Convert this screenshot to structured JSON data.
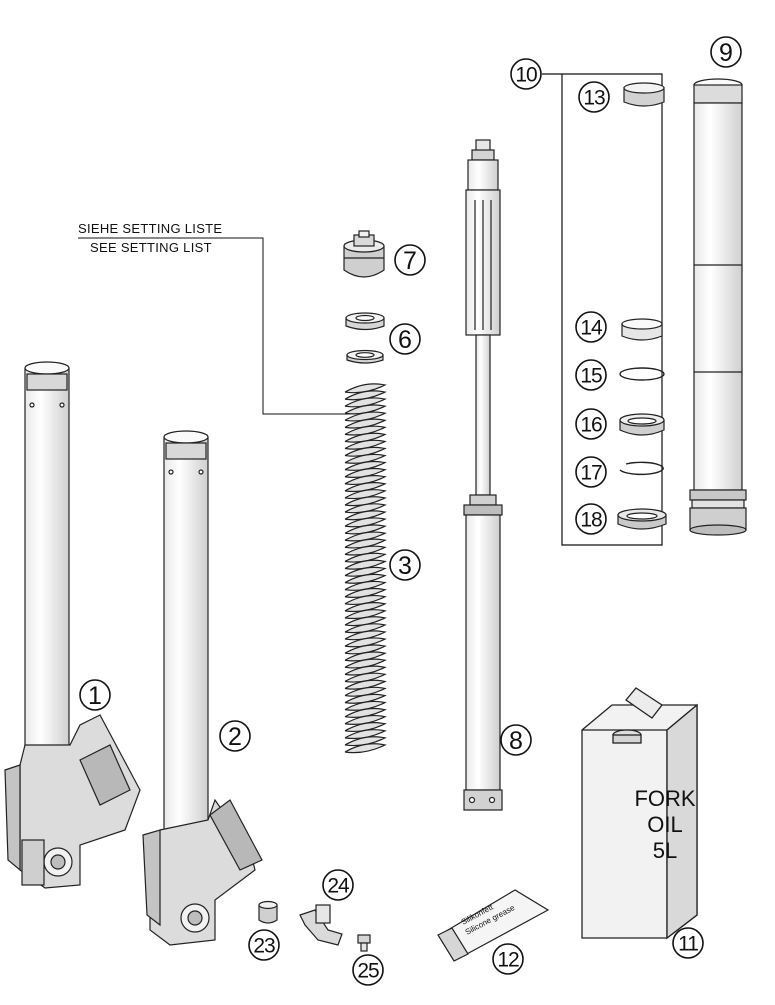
{
  "note": {
    "line1": "SIEHE SETTING LISTE",
    "line2": "SEE SETTING LIST"
  },
  "can": {
    "line1": "FORK",
    "line2": "OIL",
    "line3": "5L"
  },
  "grease": {
    "line1": "Silikonfett",
    "line2": "Silicone grease"
  },
  "callouts": [
    {
      "id": "1",
      "label": "1"
    },
    {
      "id": "2",
      "label": "2"
    },
    {
      "id": "3",
      "label": "3"
    },
    {
      "id": "6",
      "label": "6"
    },
    {
      "id": "7",
      "label": "7"
    },
    {
      "id": "8",
      "label": "8"
    },
    {
      "id": "9",
      "label": "9"
    },
    {
      "id": "10",
      "label": "10"
    },
    {
      "id": "11",
      "label": "11"
    },
    {
      "id": "12",
      "label": "12"
    },
    {
      "id": "13",
      "label": "13"
    },
    {
      "id": "14",
      "label": "14"
    },
    {
      "id": "15",
      "label": "15"
    },
    {
      "id": "16",
      "label": "16"
    },
    {
      "id": "17",
      "label": "17"
    },
    {
      "id": "18",
      "label": "18"
    },
    {
      "id": "23",
      "label": "23"
    },
    {
      "id": "24",
      "label": "24"
    },
    {
      "id": "25",
      "label": "25"
    }
  ]
}
